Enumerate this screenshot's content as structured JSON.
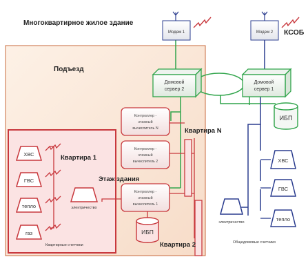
{
  "title": "Многоквартирное жилое здание",
  "ksob": "КСОБ",
  "entrance": "Подъезд",
  "floor": "Этаж здания",
  "apartment_1": "Квартира 1",
  "apartment_2": "Квартира 2",
  "apartment_n": "Квартира N",
  "modems": {
    "modem_1": "Модем 1",
    "modem_2": "Модем 2"
  },
  "servers": {
    "server_2": [
      "Домовой",
      "сервер 2"
    ],
    "server_1": [
      "Домовой",
      "сервер 1"
    ]
  },
  "controllers": {
    "c_n": [
      "Контроллер -",
      "этажный",
      "вычислитель N"
    ],
    "c_2": [
      "Контроллер -",
      "этажный",
      "вычислитель 2"
    ],
    "c_1": [
      "Контроллер -",
      "этажный",
      "вычислитель 1"
    ]
  },
  "ups": "ИБП",
  "apartment_meters": {
    "cold_water": "ХВС",
    "hot_water": "ГВС",
    "heat": "тепло",
    "gas": "газ"
  },
  "electricity": "электричество",
  "apartment_meters_caption": "Квартирные счетчики",
  "building_meters": {
    "cold_water": "ХВС",
    "hot_water": "ГВС",
    "heat": "тепло"
  },
  "building_meters_caption": "Общедомовые счетчики",
  "colors": {
    "red": "#c8383d",
    "green": "#2fa44a",
    "blue": "#2b3d8f",
    "entrance_fill": "#fbe9da",
    "entrance_border": "#c86a3c",
    "light_red_fill": "#fbe3e3"
  },
  "icons": [
    "antenna-icon",
    "wireless-signal-icon"
  ]
}
